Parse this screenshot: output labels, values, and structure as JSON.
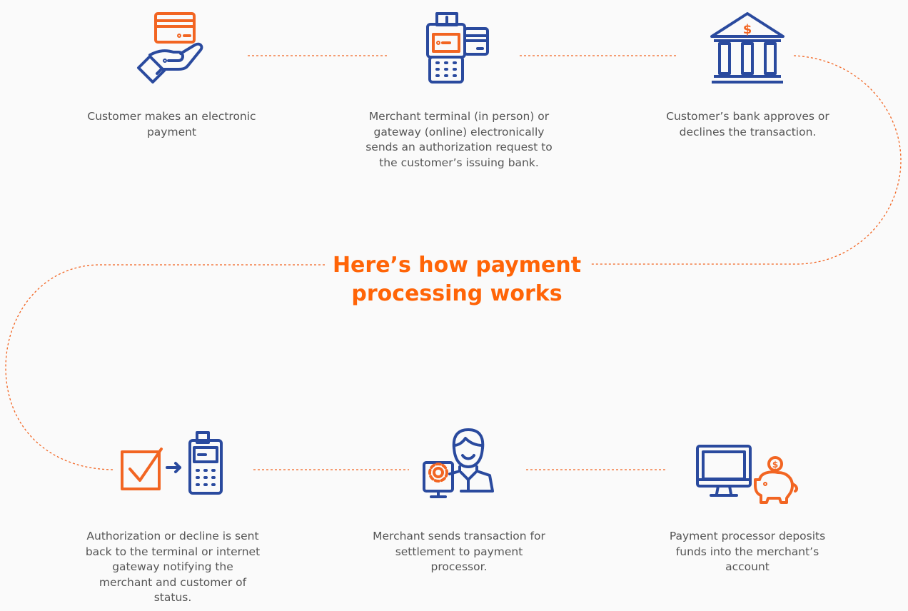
{
  "title": "Here’s how payment processing works",
  "colors": {
    "accent": "#f26522",
    "primary": "#2a4a9e",
    "text": "#555555",
    "background": "#fafafa"
  },
  "steps": [
    {
      "icon": "hand-card-icon",
      "text": "Customer makes an electronic payment"
    },
    {
      "icon": "payment-terminal-icon",
      "text": "Merchant terminal (in person) or gateway (online) electronically sends an authorization request to the customer’s issuing bank."
    },
    {
      "icon": "bank-icon",
      "text": "Customer’s bank approves or declines the transaction."
    },
    {
      "icon": "checkmark-terminal-icon",
      "text": "Authorization or decline is sent back to the terminal or internet gateway notifying the merchant and customer of status."
    },
    {
      "icon": "merchant-settings-icon",
      "text": "Merchant sends transaction for settlement to payment processor."
    },
    {
      "icon": "monitor-piggy-bank-icon",
      "text": "Payment processor deposits funds into the merchant’s account"
    }
  ]
}
